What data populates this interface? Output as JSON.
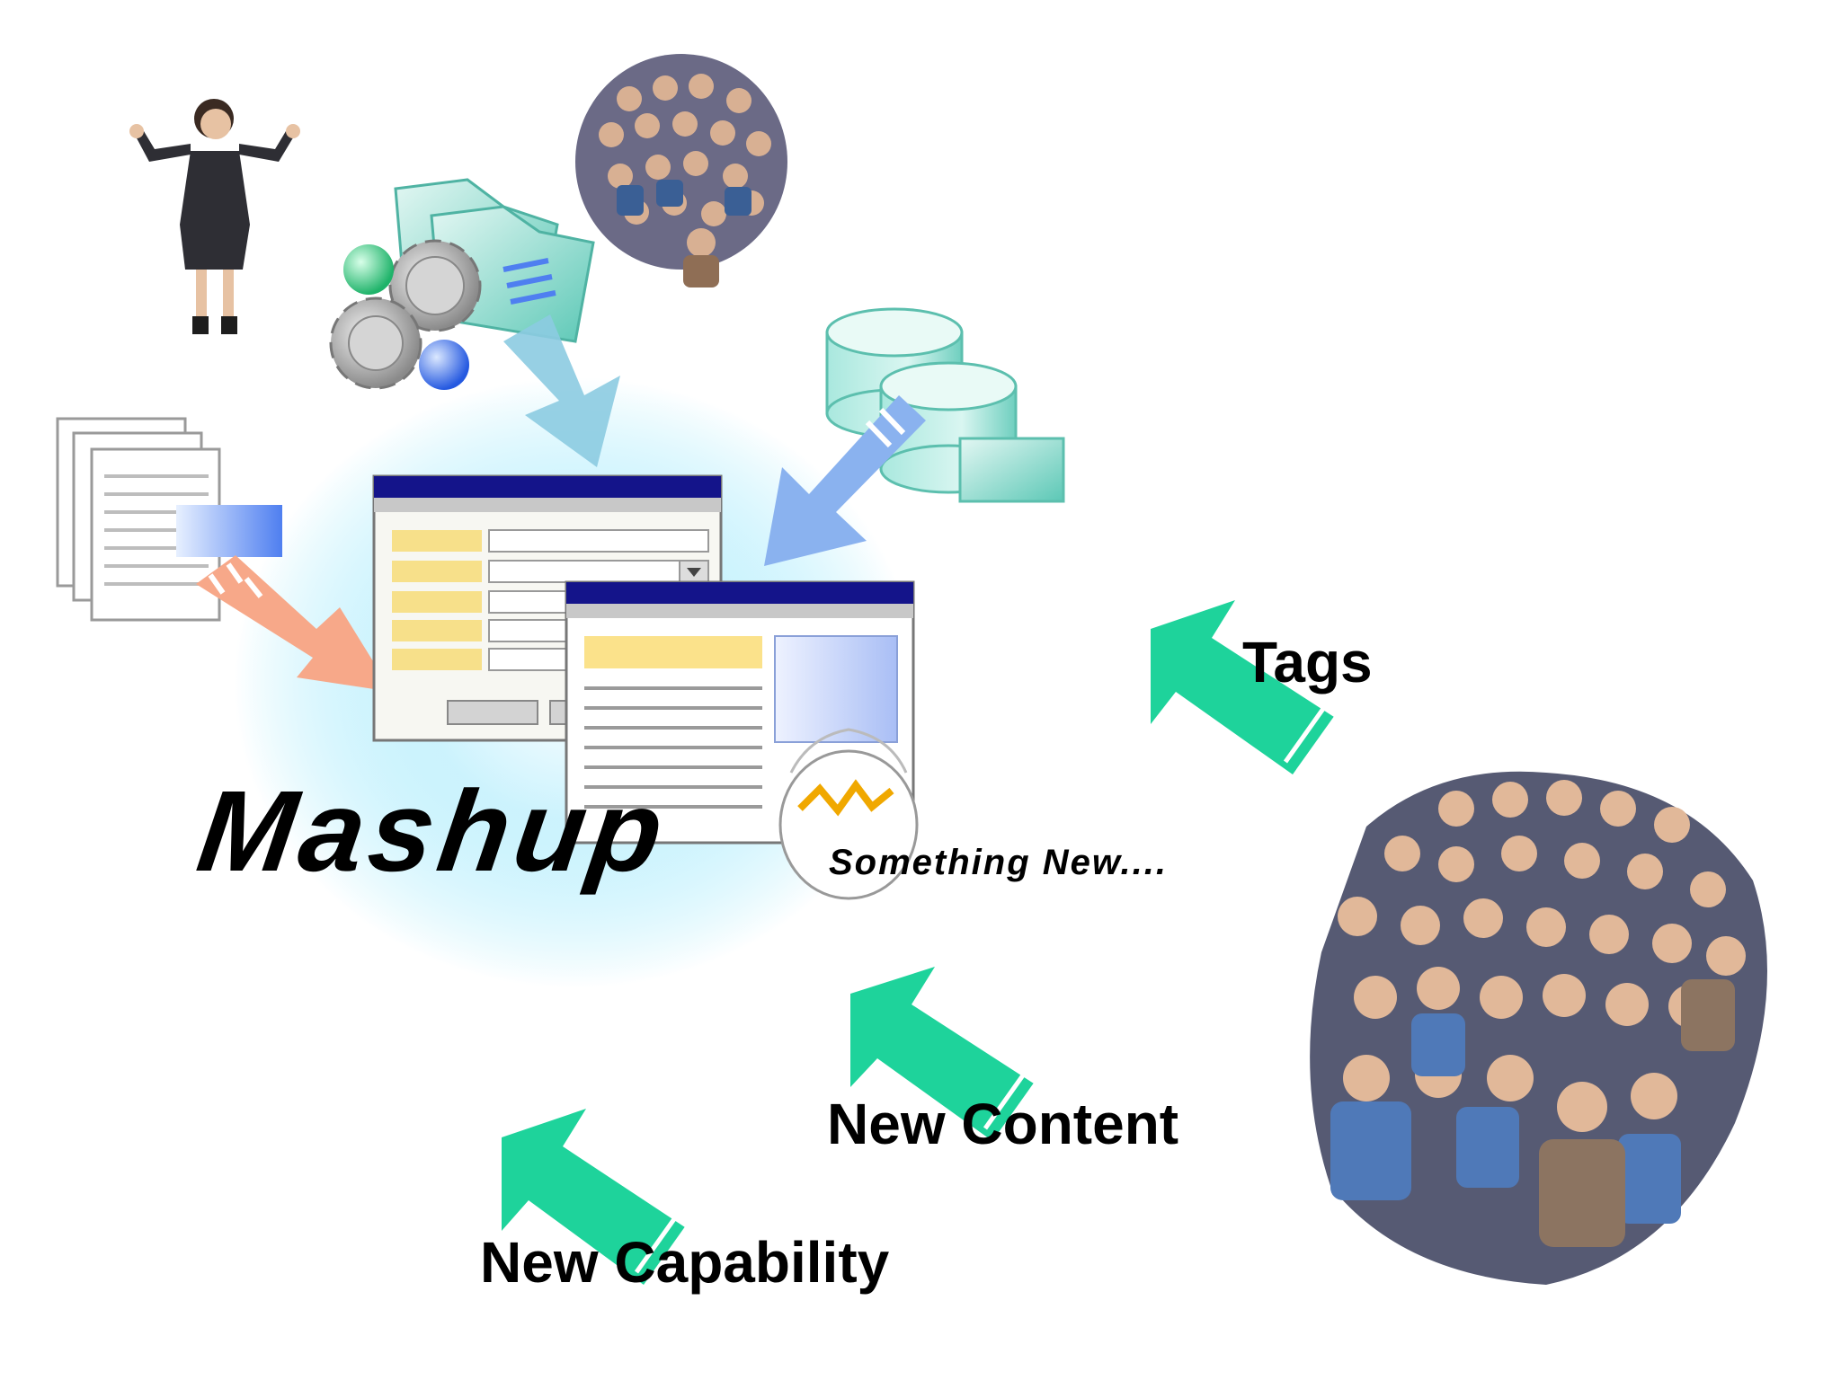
{
  "diagram": {
    "title": "Mashup",
    "subtitle": "Something New....",
    "labels": {
      "tags": "Tags",
      "new_content": "New Content",
      "new_capability": "New Capability"
    },
    "colors": {
      "green_arrow": "#1ed39b",
      "glow": "#8fe6fb",
      "window_titlebar": "#14148a",
      "window_field": "#f7e08a",
      "teal_shape": "#7fd9c9",
      "salmon_arrow": "#f6a27f",
      "blue_arrow": "#7fb4f2"
    }
  }
}
